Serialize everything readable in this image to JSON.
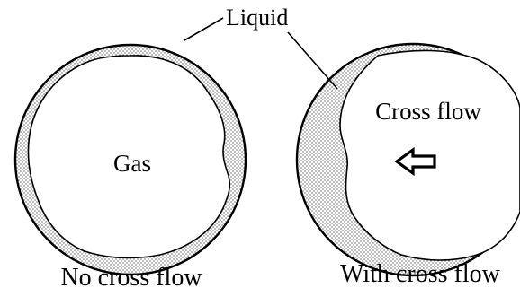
{
  "labels": {
    "liquid": "Liquid",
    "gas": "Gas",
    "cross_flow": "Cross flow",
    "caption_left": "No cross flow",
    "caption_right": "With cross flow"
  },
  "icons": {
    "flow_direction": "left-arrow-icon"
  }
}
